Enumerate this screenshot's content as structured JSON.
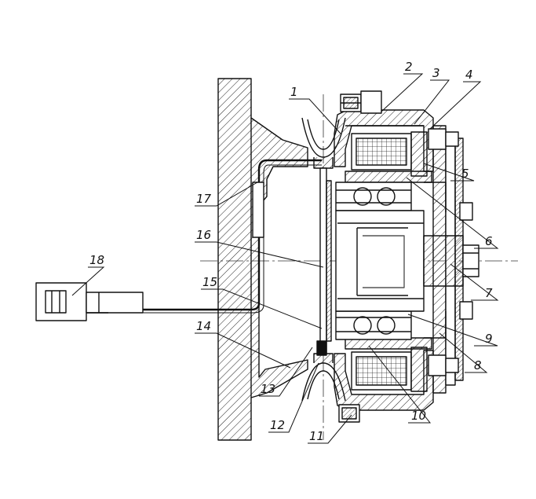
{
  "figure": {
    "part_labels": [
      "1",
      "2",
      "3",
      "4",
      "5",
      "6",
      "7",
      "8",
      "9",
      "10",
      "11",
      "12",
      "13",
      "14",
      "15",
      "16",
      "17",
      "18"
    ]
  }
}
